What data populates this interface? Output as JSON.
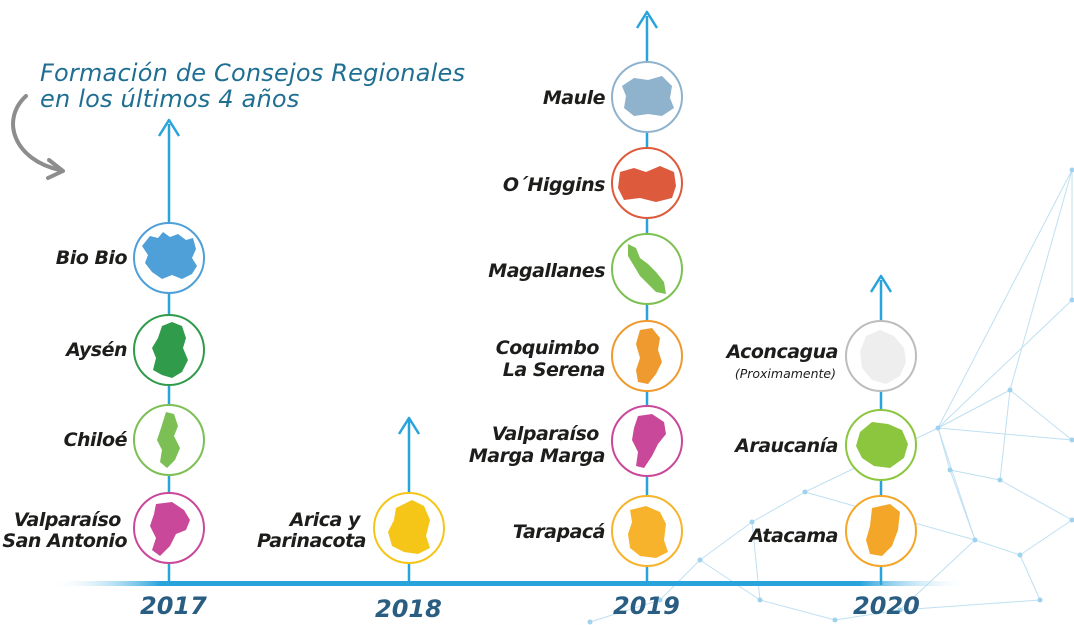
{
  "title": {
    "line1": "Formación de Consejos Regionales",
    "line2": "en los últimos 4 años"
  },
  "years": [
    "2017",
    "2018",
    "2019",
    "2020"
  ],
  "colors": {
    "axis": "#29a3dc",
    "year_text": "#2a5d82",
    "title_text": "#1f6f92",
    "network": "#bfe0f2"
  },
  "columns": [
    {
      "year": "2017",
      "regions": [
        {
          "name": "Bio Bio",
          "color": "#4f9fd8"
        },
        {
          "name": "Aysén",
          "color": "#2f9b4b"
        },
        {
          "name": "Chiloé",
          "color": "#7cbf54"
        },
        {
          "name": "Valparaíso San Antonio",
          "lines": [
            "Valparaíso",
            "San Antonio"
          ],
          "color": "#c9489a"
        }
      ]
    },
    {
      "year": "2018",
      "regions": [
        {
          "name": "Arica y Parinacota",
          "lines": [
            "Arica y",
            "Parinacota"
          ],
          "color": "#f5c518"
        }
      ]
    },
    {
      "year": "2019",
      "regions": [
        {
          "name": "Maule",
          "color": "#8fb2cd"
        },
        {
          "name": "O´Higgins",
          "color": "#dd5a3c"
        },
        {
          "name": "Magallanes",
          "color": "#7cc051"
        },
        {
          "name": "Coquimbo La Serena",
          "lines": [
            "Coquimbo",
            "La Serena"
          ],
          "color": "#ee9a2e"
        },
        {
          "name": "Valparaíso Marga Marga",
          "lines": [
            "Valparaíso",
            "Marga Marga"
          ],
          "color": "#c9489a"
        },
        {
          "name": "Tarapacá",
          "color": "#f7b32b"
        }
      ]
    },
    {
      "year": "2020",
      "regions": [
        {
          "name": "Aconcagua",
          "note": "(Proximamente)",
          "color": "#eeeeee"
        },
        {
          "name": "Araucanía",
          "color": "#8cc63f"
        },
        {
          "name": "Atacama",
          "color": "#f4a628"
        }
      ]
    }
  ]
}
